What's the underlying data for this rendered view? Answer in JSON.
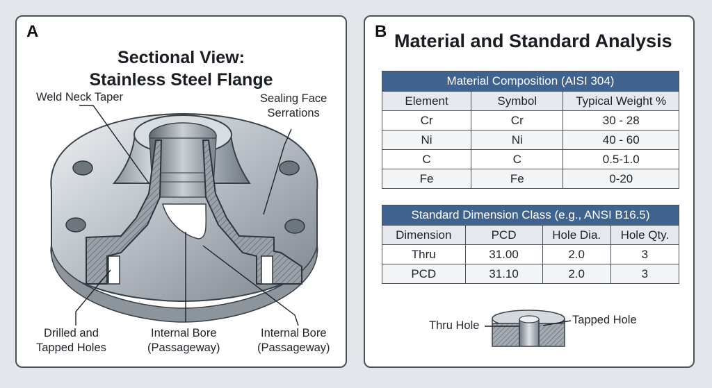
{
  "panel_a": {
    "letter": "A",
    "title_line1": "Sectional View:",
    "title_line2": "Stainless Steel Flange",
    "callouts": {
      "weld_neck": "Weld Neck Taper",
      "sealing_line1": "Sealing Face",
      "sealing_line2": "Serrations",
      "drilled_line1": "Drilled and",
      "drilled_line2": "Tapped Holes",
      "bore_center_line1": "Internal Bore",
      "bore_center_line2": "(Passageway)",
      "bore_right_line1": "Internal Bore",
      "bore_right_line2": "(Passageway)"
    }
  },
  "panel_b": {
    "letter": "B",
    "title": "Material and Standard Analysis",
    "material_table": {
      "caption": "Material Composition (AISI 304)",
      "headers": [
        "Element",
        "Symbol",
        "Typical Weight %"
      ],
      "rows": [
        [
          "Cr",
          "Cr",
          "30 - 28"
        ],
        [
          "Ni",
          "Ni",
          "40 - 60"
        ],
        [
          "C",
          "C",
          "0.5-1.0"
        ],
        [
          "Fe",
          "Fe",
          "0-20"
        ]
      ]
    },
    "dimension_table": {
      "caption": "Standard Dimension Class (e.g., ANSI B16.5)",
      "headers": [
        "Dimension",
        "PCD",
        "Hole Dia.",
        "Hole Qty."
      ],
      "rows": [
        [
          "Thru",
          "31.00",
          "2.0",
          "3"
        ],
        [
          "PCD",
          "31.10",
          "2.0",
          "3"
        ]
      ]
    },
    "hole_diagram": {
      "thru_label": "Thru Hole",
      "tapped_label": "Tapped Hole"
    }
  },
  "colors": {
    "background": "#e3e6ea",
    "panel": "#ffffff",
    "table_caption": "#3f628e",
    "steel": "#b9c0c7"
  }
}
